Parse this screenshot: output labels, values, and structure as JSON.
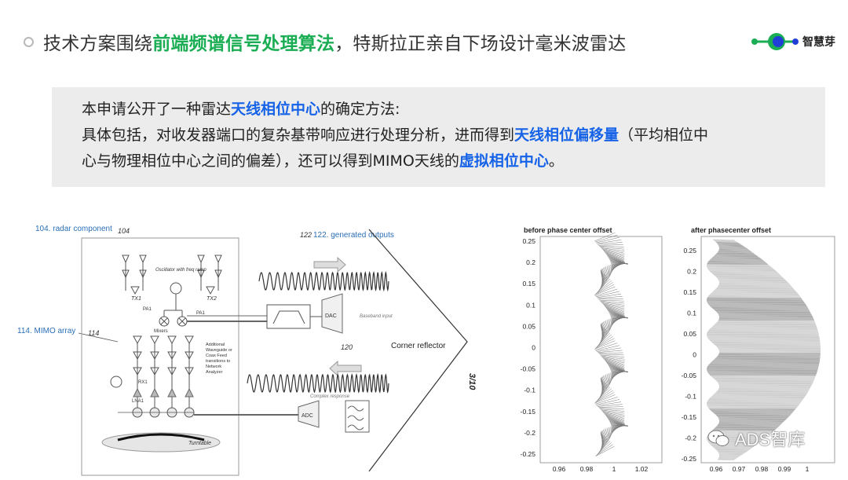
{
  "header": {
    "title_pre": "技术方案围绕",
    "title_highlight": "前端频谱信号处理算法",
    "title_post": "，特斯拉正亲自下场设计毫米波雷达",
    "logo_text": "智慧芽",
    "accent_color": "#1aad53"
  },
  "callout": {
    "line1_pre": "本申请公开了一种雷达",
    "line1_highlight": "天线相位中心",
    "line1_post": "的确定方法:",
    "line2_pre": "具体包括，对收发器端口的复杂基带响应进行处理分析，进而得到",
    "line2_highlight": "天线相位偏移量",
    "line2_post": "（平均相位中",
    "line3_pre": "心与物理相位中心之间的偏差），还可以得到MIMO天线的",
    "line3_highlight": "虚拟相位中心",
    "line3_post": "。",
    "highlight_color": "#1763e8"
  },
  "diagram": {
    "label_radar_component": "104. radar component",
    "ref_104": "104",
    "label_mimo": "114. MIMO array",
    "ref_114": "114",
    "label_outputs": "122. generated outputs",
    "ref_122": "122",
    "ref_120": "120",
    "label_corner_reflector": "Corner reflector",
    "page_mark": "3/10",
    "oscillator": "Oscillator with freq ramp",
    "tx1": "TX1",
    "tx2": "TX2",
    "pa1a": "PA1",
    "pa1b": "PA1",
    "mixer": "Mixers",
    "dac": "DAC",
    "baseband_input": "Baseband input",
    "adc": "ADC",
    "complex_response": "Complex response",
    "rx1": "RX1",
    "lna1": "LNA1",
    "additional_note": "Additional Waveguide or Coax Feed transitions to Network Analyzer",
    "turntable": "Turntable"
  },
  "plots": {
    "before_title": "before  phase center offset",
    "after_title": "after phasecenter offset",
    "before_y_ticks": [
      "0.25",
      "0.2",
      "0.15",
      "0.1",
      "0.05",
      "0",
      "-0.05",
      "-0.1",
      "-0.15",
      "-0.2",
      "-0.25"
    ],
    "before_x_ticks": [
      "0.96",
      "0.98",
      "1",
      "1.02"
    ],
    "after_y_ticks": [
      "0.25",
      "0.2",
      "0.15",
      "0.1",
      "0.05",
      "0",
      "-0.05",
      "-0.1",
      "-0.15",
      "-0.2",
      "-0.25"
    ],
    "after_x_ticks": [
      "0.96",
      "0.97",
      "0.98",
      "0.99",
      "1"
    ]
  },
  "watermark": {
    "text": "ADS智库"
  }
}
